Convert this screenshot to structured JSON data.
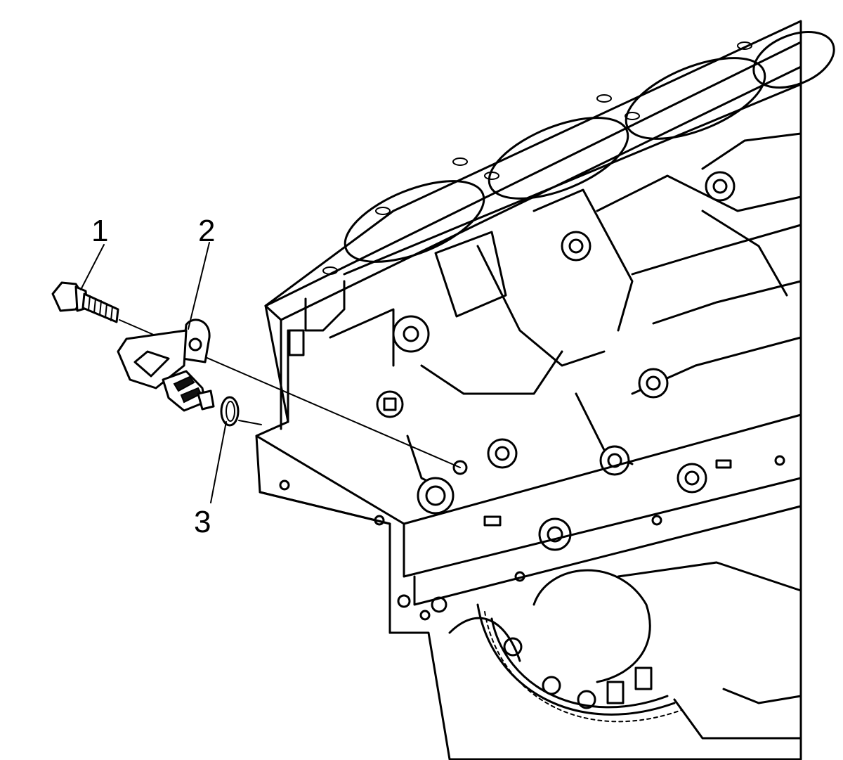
{
  "callouts": [
    {
      "id": "1",
      "label": "1",
      "part": "sensor-bolt"
    },
    {
      "id": "2",
      "label": "2",
      "part": "crankshaft-position-sensor"
    },
    {
      "id": "3",
      "label": "3",
      "part": "sensor-o-ring-seal"
    }
  ],
  "colors": {
    "line": "#000000",
    "background": "#ffffff"
  }
}
